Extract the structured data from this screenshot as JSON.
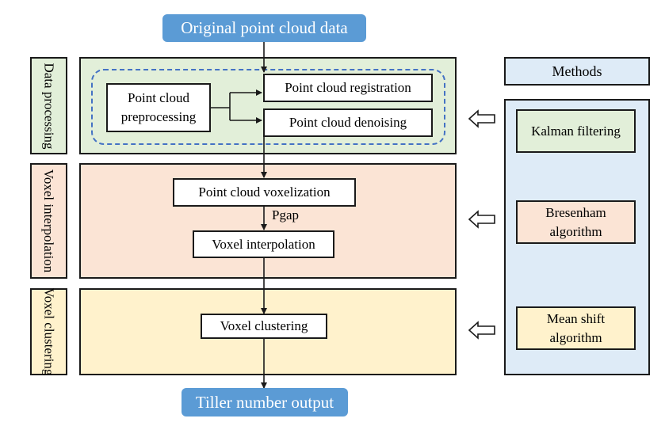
{
  "start": "Original point cloud data",
  "end": "Tiller number output",
  "stages": {
    "data_processing": {
      "label": "Data processing",
      "preprocessing": "Point cloud preprocessing",
      "registration": "Point cloud registration",
      "denoising": "Point cloud denoising"
    },
    "voxel_interpolation": {
      "label": "Voxel interpolation",
      "voxelization": "Point cloud voxelization",
      "pgap": "Pgap",
      "interpolation": "Voxel interpolation"
    },
    "voxel_clustering": {
      "label": "Voxel clustering",
      "clustering": "Voxel clustering"
    }
  },
  "methods": {
    "title": "Methods",
    "items": [
      "Kalman filtering",
      "Bresenham algorithm",
      "Mean shift algorithm"
    ]
  },
  "colors": {
    "pill": "#5b9bd5",
    "green": "#e2efd9",
    "salmon": "#fbe4d5",
    "yellow": "#fff2cc",
    "blue": "#deebf7",
    "dash": "#4472c4"
  }
}
